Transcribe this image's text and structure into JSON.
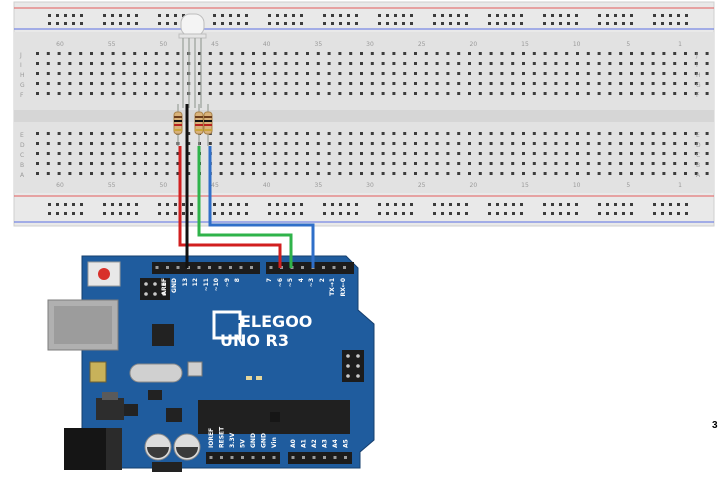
{
  "page": {
    "number": "3"
  },
  "breadboard": {
    "column_numbers_top": [
      "60",
      "55",
      "50",
      "45",
      "40",
      "35",
      "30",
      "25",
      "20",
      "15",
      "10",
      "5",
      "1"
    ],
    "column_numbers_bottom": [
      "60",
      "55",
      "50",
      "45",
      "40",
      "35",
      "30",
      "25",
      "20",
      "15",
      "10",
      "5",
      "1"
    ],
    "row_letters_top": [
      "J",
      "I",
      "H",
      "G",
      "F"
    ],
    "row_letters_bottom": [
      "E",
      "D",
      "C",
      "B",
      "A"
    ]
  },
  "board": {
    "brand": "ELEGOO",
    "model": "UNO R3",
    "top_header_labels": [
      "AREF",
      "GND",
      "13",
      "12",
      "~11",
      "~10",
      "~9",
      "8",
      "7",
      "~6",
      "~5",
      "4",
      "~3",
      "2",
      "TX→1",
      "RX←0"
    ],
    "bottom_header_labels": [
      "IOREF",
      "RESET",
      "3.3V",
      "5V",
      "GND",
      "GND",
      "Vin",
      "A0",
      "A1",
      "A2",
      "A3",
      "A4",
      "A5"
    ]
  },
  "colors": {
    "board_blue": "#1f5c9e",
    "wire_red": "#d11f1f",
    "wire_black": "#111111",
    "wire_green": "#2fb34a",
    "wire_blue": "#2f6fc9",
    "rail_red": "#e35a5a",
    "rail_blue": "#5a6fe3"
  }
}
